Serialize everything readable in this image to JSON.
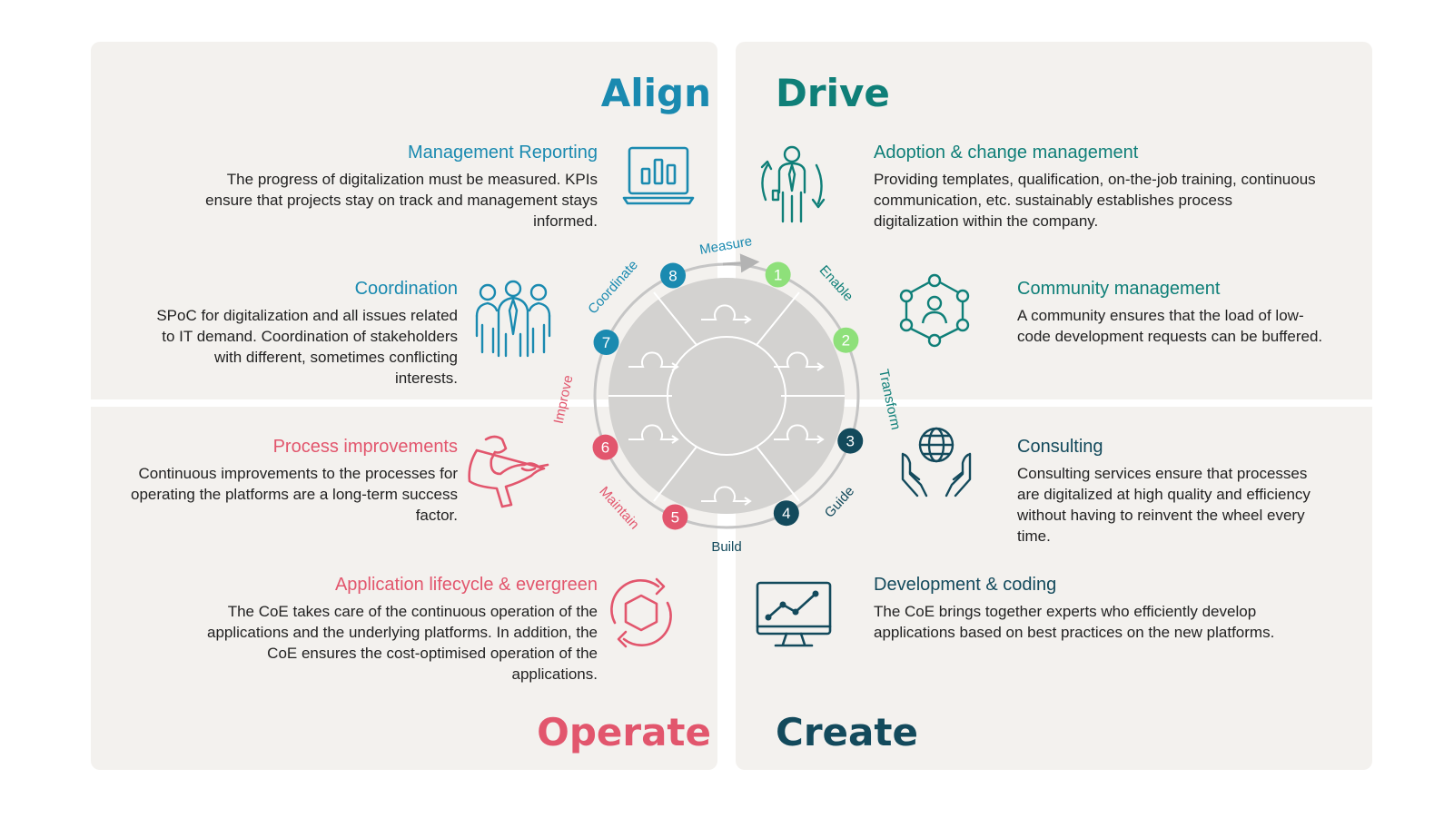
{
  "quadrants": {
    "align": {
      "title": "Align"
    },
    "drive": {
      "title": "Drive"
    },
    "operate": {
      "title": "Operate"
    },
    "create": {
      "title": "Create"
    }
  },
  "blocks": {
    "management_reporting": {
      "title": "Management Reporting",
      "text": "The progress of digitalization must be measured. KPIs ensure that projects stay on track and management stays informed."
    },
    "coordination": {
      "title": "Coordination",
      "text": "SPoC for digitalization and all issues related to IT demand. Coordination of stakeholders with different, sometimes conflicting interests."
    },
    "process_improvements": {
      "title": "Process improvements",
      "text": "Continuous improvements to the processes for operating the platforms are a long-term success factor."
    },
    "application_lifecycle": {
      "title": "Application lifecycle & evergreen",
      "text": "The CoE takes care of the continuous operation of the applications and the underlying platforms. In addition, the CoE ensures the cost-optimised operation of the applications."
    },
    "adoption": {
      "title": "Adoption & change management",
      "text": "Providing templates, qualification, on-the-job training, continuous communication, etc. sustainably establishes process digitalization within the company."
    },
    "community": {
      "title": "Community management",
      "text": "A community ensures that the load of low-code development requests can be buffered."
    },
    "consulting": {
      "title": "Consulting",
      "text": "Consulting services ensure that processes are digitalized at high quality and efficiency without having to reinvent the wheel every time."
    },
    "development": {
      "title": "Development & coding",
      "text": "The CoE brings together experts who efficiently develop applications based on best practices on the new platforms."
    }
  },
  "cycle": {
    "steps": [
      {
        "num": "1",
        "label": "Enable",
        "color": "#8ee07a"
      },
      {
        "num": "2",
        "label": "Transform",
        "color": "#8ee07a"
      },
      {
        "num": "3",
        "label": "Guide",
        "color": "#134a5c"
      },
      {
        "num": "4",
        "label": "Build",
        "color": "#134a5c"
      },
      {
        "num": "5",
        "label": "Maintain",
        "color": "#e2566d"
      },
      {
        "num": "6",
        "label": "Improve",
        "color": "#e2566d"
      },
      {
        "num": "7",
        "label": "Coordinate",
        "color": "#1a8ab0"
      },
      {
        "num": "8",
        "label": "Measure",
        "color": "#1a8ab0"
      }
    ]
  },
  "icons": {
    "management_reporting": "laptop-chart-icon",
    "coordination": "team-icon",
    "process_improvements": "flexed-arm-icon",
    "application_lifecycle": "hexagon-cycle-icon",
    "adoption": "person-cycle-icon",
    "community": "community-network-icon",
    "consulting": "globe-hands-icon",
    "development": "monitor-chart-icon"
  },
  "colors": {
    "align": "#1a8ab0",
    "drive": "#0f7f78",
    "operate": "#e2566d",
    "create": "#134a5c",
    "panel": "#f3f1ee"
  }
}
